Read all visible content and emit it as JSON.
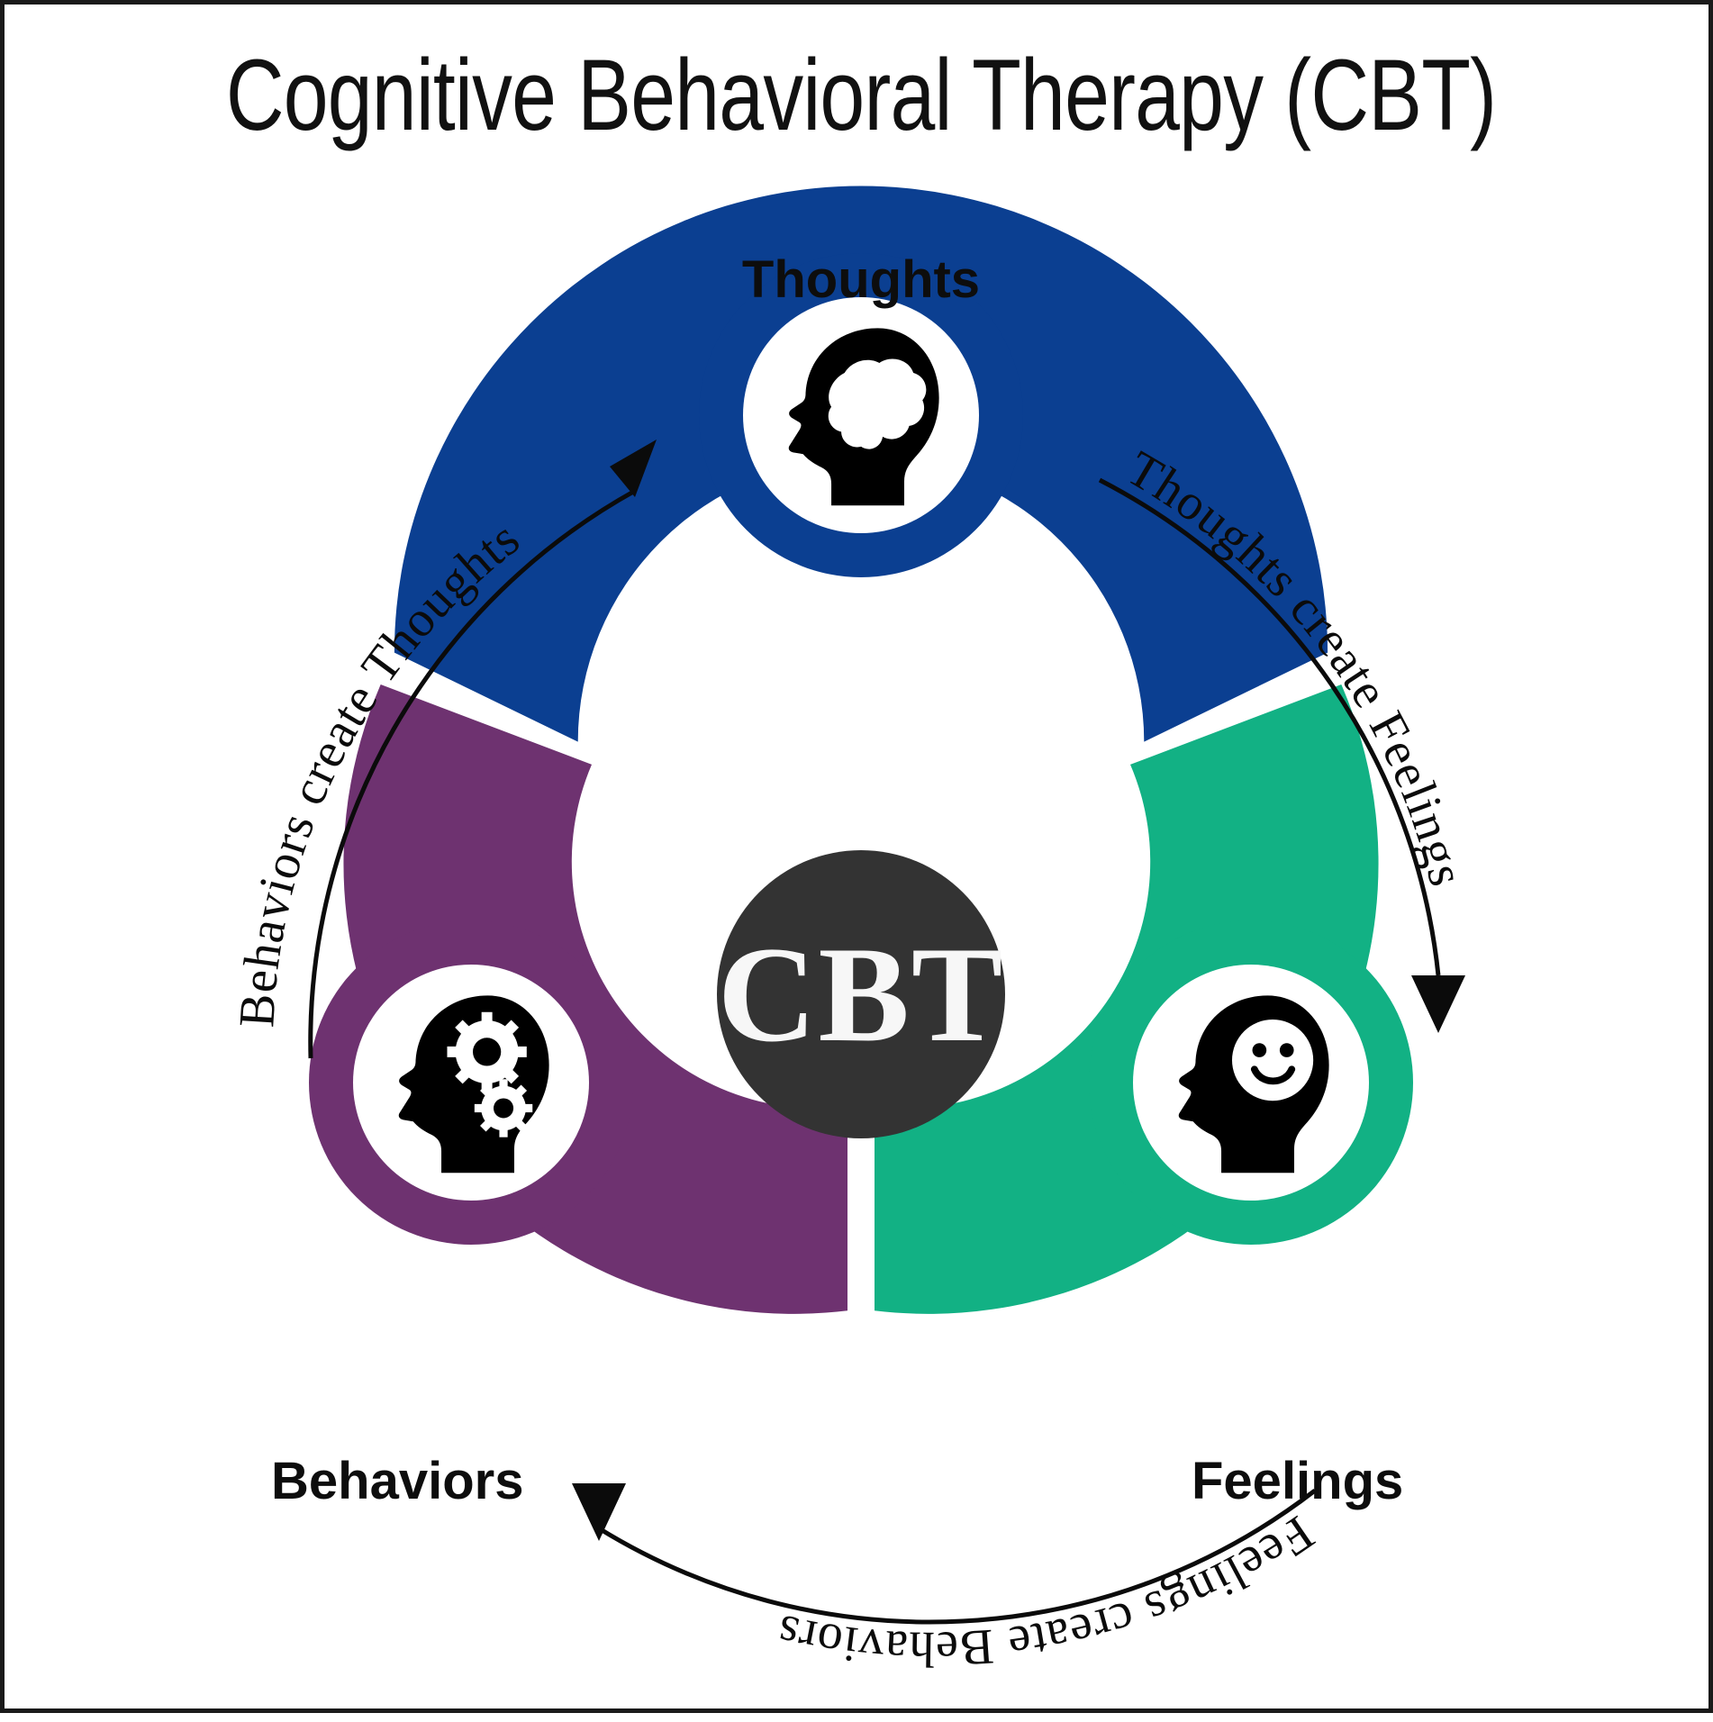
{
  "page": {
    "title": "Cognitive Behavioral Therapy (CBT)",
    "background_color": "#ffffff",
    "border_color": "#1a1a1a"
  },
  "center": {
    "label": "CBT",
    "circle_color": "#333333",
    "text_color": "#f7f7f7"
  },
  "nodes": [
    {
      "id": "thoughts",
      "label": "Thoughts",
      "color": "#0B3F91",
      "icon": "head-with-brain-icon",
      "position": "top"
    },
    {
      "id": "feelings",
      "label": "Feelings",
      "color": "#12B184",
      "icon": "head-with-smiley-icon",
      "position": "bottom-right"
    },
    {
      "id": "behaviors",
      "label": "Behaviors",
      "color": "#6E3270",
      "icon": "head-with-gears-icon",
      "position": "bottom-left"
    }
  ],
  "arrows": [
    {
      "id": "thoughts-to-feelings",
      "label": "Thoughts create Feelings",
      "from": "thoughts",
      "to": "feelings",
      "side": "right"
    },
    {
      "id": "feelings-to-behaviors",
      "label": "Feelings create Behaviors",
      "from": "feelings",
      "to": "behaviors",
      "side": "bottom"
    },
    {
      "id": "behaviors-to-thoughts",
      "label": "Behaviors create Thoughts",
      "from": "behaviors",
      "to": "thoughts",
      "side": "left"
    }
  ]
}
